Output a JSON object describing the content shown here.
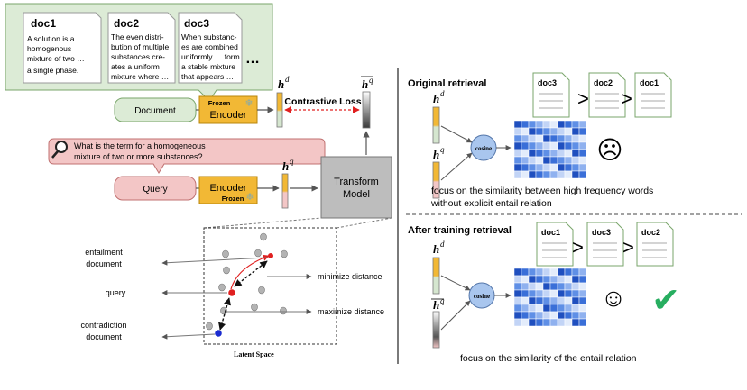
{
  "docs": [
    {
      "title": "doc1",
      "lines": [
        "A solution is a",
        "homogenous",
        "mixture of two …",
        "a single phase."
      ]
    },
    {
      "title": "doc2",
      "lines": [
        "The even distri-",
        "bution of multiple",
        "substances cre-",
        "ates a uniform",
        "mixture where …"
      ]
    },
    {
      "title": "doc3",
      "lines": [
        "When substanc-",
        "es are combined",
        "uniformly … form",
        "a stable mixture",
        "that appears …"
      ]
    }
  ],
  "docs_ellipsis": "…",
  "pipeline": {
    "document_label": "Document",
    "query_label": "Query",
    "encoder_label": "Encoder",
    "frozen_label": "Frozen",
    "transform_label": [
      "Transform",
      "Model"
    ],
    "contrastive_loss": "Contrastive Loss",
    "query_text": [
      "What is the term for a homogeneous",
      "mixture of two or more substances?"
    ],
    "hd_label": "h",
    "hd_sup": "d",
    "hq_label": "h",
    "hq_sup": "q"
  },
  "latent": {
    "title": "Latent Space",
    "entailment": [
      "entailment",
      "document"
    ],
    "query": "query",
    "contradiction": [
      "contradiction",
      "document"
    ],
    "minimize": "minimize distance",
    "maximize": "maximize distance"
  },
  "original": {
    "title": "Original retrieval",
    "order": [
      "doc3",
      "doc2",
      "doc1"
    ],
    "cosine": "cosine",
    "caption": [
      "focus on the similarity between high frequency words",
      "without explicit entail relation"
    ],
    "face": "☹"
  },
  "after": {
    "title": "After training retrieval",
    "order": [
      "doc1",
      "doc3",
      "doc2"
    ],
    "cosine": "cosine",
    "caption": "focus on the similarity of the entail relation",
    "face": "☺",
    "check": "✔"
  },
  "gt": ">",
  "colors": {
    "doc_bg": "#dcebd6",
    "doc_border": "#7aa66b",
    "encoder": "#f2b835",
    "query_box": "#f3c6c6",
    "transform": "#bdbdbd",
    "cosine": "#a9c6ee",
    "check": "#27ae60",
    "loss": "#e02020"
  }
}
